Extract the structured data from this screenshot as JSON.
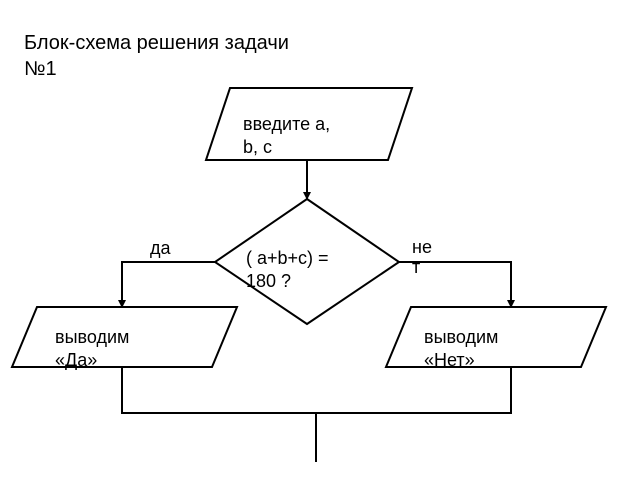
{
  "title": {
    "line1": "Блок-схема решения задачи",
    "line2": "№1"
  },
  "input_block": {
    "line1": "введите a,",
    "line2": "b, c"
  },
  "condition_block": {
    "line1": "( a+b+c) =",
    "line2": "180 ?"
  },
  "yes_branch": {
    "label": "да"
  },
  "no_branch": {
    "line1": "не",
    "line2": "т"
  },
  "output_yes": {
    "line1": "выводим",
    "line2": "«Да»"
  },
  "output_no": {
    "line1": "выводим",
    "line2": "«Нет»"
  }
}
